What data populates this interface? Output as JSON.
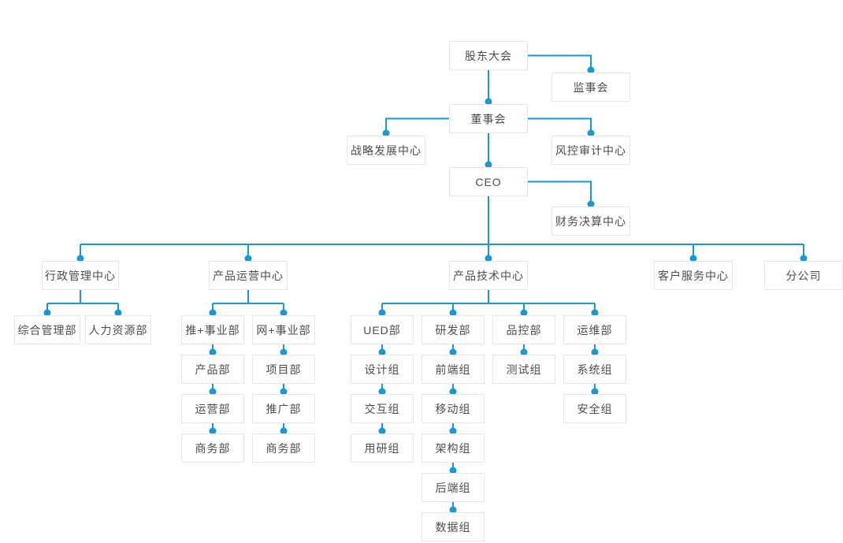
{
  "theme": {
    "line_color": "#1699d6",
    "dot_color": "#1699d6",
    "box_bg": "#ffffff",
    "box_border": "#e6e6e6",
    "text_color": "#4d4d4d",
    "page_bg": "#ffffff"
  },
  "nodes": {
    "shareholders_meeting": "股东大会",
    "supervisory_board": "监事会",
    "board_of_directors": "董事会",
    "strategy_development_center": "战略发展中心",
    "risk_audit_center": "风控审计中心",
    "ceo": "CEO",
    "financial_settlement_center": "财务决算中心",
    "admin_management_center": "行政管理中心",
    "product_operation_center": "产品运营中心",
    "product_technology_center": "产品技术中心",
    "customer_service_center": "客户服务中心",
    "branch_company": "分公司",
    "general_management_dept": "综合管理部",
    "hr_dept": "人力资源部",
    "tui_business_dept": "推+事业部",
    "wang_business_dept": "网+事业部",
    "product_dept": "产品部",
    "operation_dept": "运营部",
    "business_dept_tui": "商务部",
    "project_dept": "项目部",
    "promotion_dept": "推广部",
    "business_dept_wang": "商务部",
    "ued_dept": "UED部",
    "rd_dept": "研发部",
    "qc_dept": "品控部",
    "ops_dept": "运维部",
    "design_group": "设计组",
    "interaction_group": "交互组",
    "user_research_group": "用研组",
    "frontend_group": "前端组",
    "mobile_group": "移动组",
    "architecture_group": "架构组",
    "backend_group": "后端组",
    "data_group": "数据组",
    "testing_group": "测试组",
    "system_group": "系统组",
    "security_group": "安全组"
  },
  "hierarchy": {
    "id": "shareholders_meeting",
    "children": [
      {
        "id": "supervisory_board"
      },
      {
        "id": "board_of_directors",
        "children": [
          {
            "id": "strategy_development_center"
          },
          {
            "id": "risk_audit_center"
          },
          {
            "id": "ceo",
            "children": [
              {
                "id": "financial_settlement_center"
              },
              {
                "id": "admin_management_center",
                "children": [
                  {
                    "id": "general_management_dept"
                  },
                  {
                    "id": "hr_dept"
                  }
                ]
              },
              {
                "id": "product_operation_center",
                "children": [
                  {
                    "id": "tui_business_dept",
                    "children": [
                      {
                        "id": "product_dept",
                        "children": [
                          {
                            "id": "operation_dept",
                            "children": [
                              {
                                "id": "business_dept_tui"
                              }
                            ]
                          }
                        ]
                      }
                    ]
                  },
                  {
                    "id": "wang_business_dept",
                    "children": [
                      {
                        "id": "project_dept",
                        "children": [
                          {
                            "id": "promotion_dept",
                            "children": [
                              {
                                "id": "business_dept_wang"
                              }
                            ]
                          }
                        ]
                      }
                    ]
                  }
                ]
              },
              {
                "id": "product_technology_center",
                "children": [
                  {
                    "id": "ued_dept",
                    "children": [
                      {
                        "id": "design_group",
                        "children": [
                          {
                            "id": "interaction_group",
                            "children": [
                              {
                                "id": "user_research_group"
                              }
                            ]
                          }
                        ]
                      }
                    ]
                  },
                  {
                    "id": "rd_dept",
                    "children": [
                      {
                        "id": "frontend_group",
                        "children": [
                          {
                            "id": "mobile_group",
                            "children": [
                              {
                                "id": "architecture_group",
                                "children": [
                                  {
                                    "id": "backend_group",
                                    "children": [
                                      {
                                        "id": "data_group"
                                      }
                                    ]
                                  }
                                ]
                              }
                            ]
                          }
                        ]
                      }
                    ]
                  },
                  {
                    "id": "qc_dept",
                    "children": [
                      {
                        "id": "testing_group"
                      }
                    ]
                  },
                  {
                    "id": "ops_dept",
                    "children": [
                      {
                        "id": "system_group",
                        "children": [
                          {
                            "id": "security_group"
                          }
                        ]
                      }
                    ]
                  }
                ]
              },
              {
                "id": "customer_service_center"
              },
              {
                "id": "branch_company"
              }
            ]
          }
        ]
      }
    ]
  }
}
